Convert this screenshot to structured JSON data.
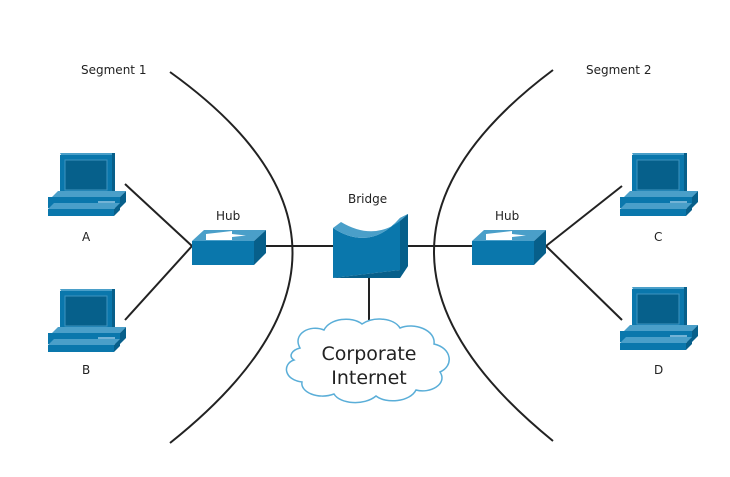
{
  "segments": {
    "left": "Segment 1",
    "right": "Segment 2"
  },
  "hubs": {
    "left": "Hub",
    "right": "Hub"
  },
  "bridge": "Bridge",
  "cloud": {
    "line1": "Corporate",
    "line2": "Internet"
  },
  "computers": {
    "a": "A",
    "b": "B",
    "c": "C",
    "d": "D"
  },
  "colors": {
    "device_front": "#0a77ac",
    "device_top": "#4a9fc9",
    "device_side": "#075f8a",
    "screen": "#06608b",
    "cloud_stroke": "#5aaed8",
    "line": "#222222"
  }
}
